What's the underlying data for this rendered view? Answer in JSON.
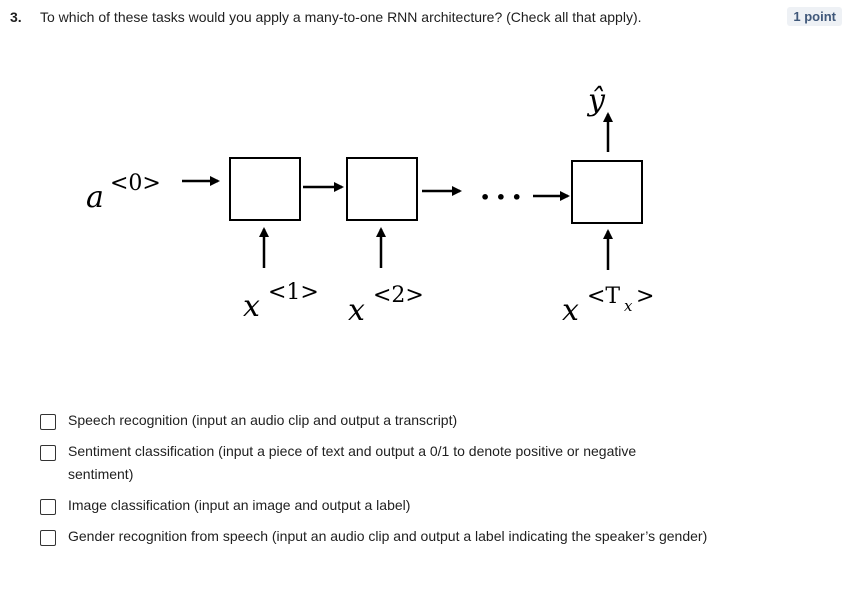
{
  "question": {
    "number": "3.",
    "text": "To which of these tasks would you apply a many-to-one RNN architecture? (Check all that apply).",
    "points": "1 point"
  },
  "diagram": {
    "initial_activation": "a",
    "initial_activation_sup": "<0>",
    "output": "ŷ",
    "ellipsis": "• • •",
    "inputs": [
      {
        "base": "x",
        "sup": "<1>"
      },
      {
        "base": "x",
        "sup": "<2>"
      },
      {
        "base": "x",
        "sup": "<T",
        "sub": "x",
        "sup_end": ">"
      }
    ]
  },
  "options": [
    {
      "label": "Speech recognition (input an audio clip and output a transcript)",
      "checked": false
    },
    {
      "label": "Sentiment classification (input a piece of text and output a 0/1 to denote positive or negative sentiment)",
      "checked": false
    },
    {
      "label": "Image classification (input an image and output a label)",
      "checked": false
    },
    {
      "label": "Gender recognition from speech (input an audio clip and output a label indicating the speaker’s gender)",
      "checked": false
    }
  ]
}
